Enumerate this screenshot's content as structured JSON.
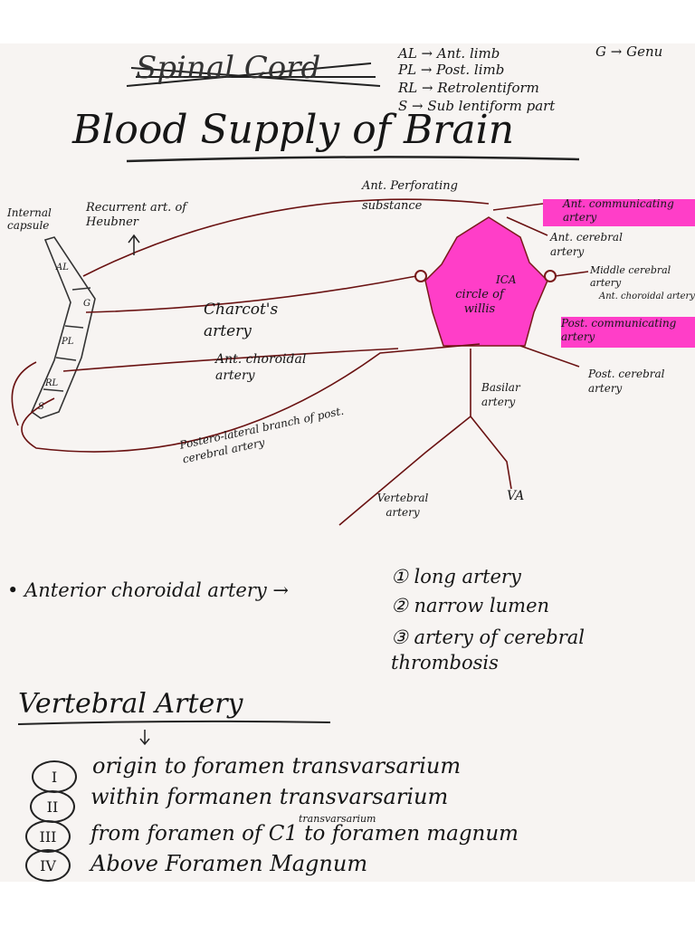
{
  "header": {
    "crossed_heading": "Spinal Cord",
    "title": "Blood Supply of Brain",
    "abbrev": [
      "AL → Ant. limb",
      "G → Genu",
      "PL → Post. limb",
      "RL → Retrolentiform",
      "S → Sub lentiform part"
    ]
  },
  "diagram": {
    "capsule_label": "Internal capsule",
    "capsule_parts": [
      "AL",
      "G",
      "PL",
      "RL",
      "S"
    ],
    "labels": {
      "recurrent": "Recurrent art. of Heubner",
      "ant_perforating": "Ant. Perforating substance",
      "ant_communicating": "Ant. communicating artery",
      "ant_cerebral": "Ant. cerebral artery",
      "middle_cerebral": "Middle cerebral artery",
      "ant_choroidal_right": "Ant. choroidal artery",
      "post_communicating": "Post. communicating artery",
      "post_cerebral": "Post. cerebral artery",
      "ica": "ICA",
      "circle": "circle of willis",
      "charcot": "Charcot's artery",
      "ant_choroidal_left": "Ant. choroidal artery",
      "posterolateral": "Postero-lateral branch of post. cerebral artery",
      "basilar": "Basilar artery",
      "vertebral": "Vertebral artery",
      "va": "VA"
    },
    "highlight_color": "#ff3ec8"
  },
  "notes": {
    "choroidal_line": "• Anterior choroidal artery →",
    "choroidal_points": [
      "① long artery",
      "② narrow lumen",
      "③ artery of cerebral thrombosis"
    ],
    "vertebral_heading": "Vertebral Artery",
    "vertebral_parts": [
      {
        "num": "I",
        "text": "origin to foramen transvarsarium"
      },
      {
        "num": "II",
        "text": "within formanen transvarsarium"
      },
      {
        "num": "III",
        "text": "from foramen of C1 to foramen magnum"
      },
      {
        "num": "IV",
        "text": "Above Foramen Magnum"
      }
    ],
    "part3_super": "transvarsarium"
  }
}
